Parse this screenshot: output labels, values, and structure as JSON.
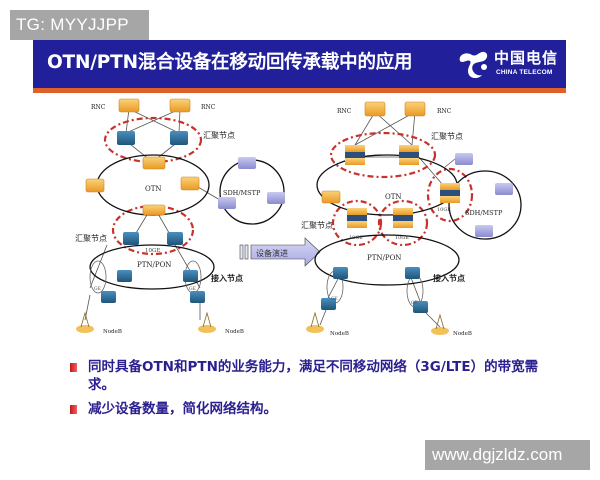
{
  "watermarks": {
    "top_left": "TG: MYYJJPP",
    "bottom_right": "www.dgjzldz.com"
  },
  "slide": {
    "title": "OTN/PTN混合设备在移动回传承载中的应用",
    "logo": {
      "icon": "china-telecom-logo-icon",
      "cn": "中国电信",
      "en": "CHINA TELECOM"
    },
    "colors": {
      "header_bg": "#21209a",
      "header_strip": "#e0602a",
      "bullet_text": "#2a1f8f",
      "dashed_circle": "#c8322a",
      "device_orange": "#f3b23c",
      "device_blue": "#2f6f9a",
      "device_purple": "#9a9ad8"
    },
    "diagram": {
      "left": {
        "rnc_labels": [
          "RNC",
          "RNC"
        ],
        "aggregation_label_top": "汇聚节点",
        "aggregation_label_bottom": "汇聚节点",
        "otn_ring_label": "OTN",
        "sdh_ring_label": "SDH/MSTP",
        "link_label": "10GE",
        "ptn_ring_label": "PTN/PON",
        "access_label": "接入节点",
        "ge_labels": [
          "GE",
          "GE"
        ],
        "nodeb_labels": [
          "NodeB",
          "NodeB"
        ]
      },
      "arrow_label": "设备演进",
      "right": {
        "rnc_labels": [
          "RNC",
          "RNC"
        ],
        "aggregation_label_top": "汇聚节点",
        "aggregation_label_bottom": "汇聚节点",
        "otn_ring_label": "OTN",
        "sdh_ring_label": "SDH/MSTP",
        "link_labels": [
          "10GE",
          "10GE",
          "10GE"
        ],
        "ptn_ring_label": "PTN/PON",
        "access_label": "接入节点",
        "ge_labels": [
          "GE",
          "GE"
        ],
        "nodeb_labels": [
          "NodeB",
          "NodeB"
        ]
      }
    },
    "bullets": [
      "同时具备OTN和PTN的业务能力，满足不同移动网络（3G/LTE）的带宽需求。",
      "减少设备数量，简化网络结构。"
    ]
  }
}
